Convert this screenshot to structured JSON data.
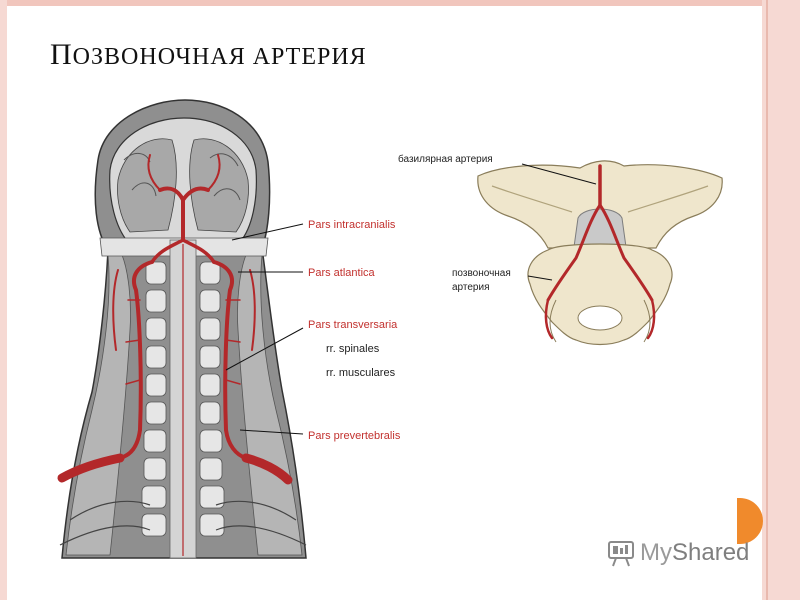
{
  "slide": {
    "title_initial": "П",
    "title_rest": "ОЗВОНОЧНАЯ АРТЕРИЯ"
  },
  "labels": {
    "pars_intracranialis": "Pars intracranialis",
    "pars_atlantica": "Pars atlantica",
    "pars_transversaria": "Pars transversaria",
    "rr_spinales": "rr. spinales",
    "rr_musculares": "rr. musculares",
    "pars_prevertebralis": "Pars prevertebralis",
    "basilar_artery": "базилярная артерия",
    "vertebral_artery_line1": "позвоночная",
    "vertebral_artery_line2": "артерия"
  },
  "watermark": {
    "brand_a": "My",
    "brand_b": "Shared"
  },
  "colors": {
    "label_red": "#c2312e",
    "artery_red": "#b3282a",
    "frame_pink": "#f6d9d3",
    "accent_orange": "#f08a2c"
  }
}
